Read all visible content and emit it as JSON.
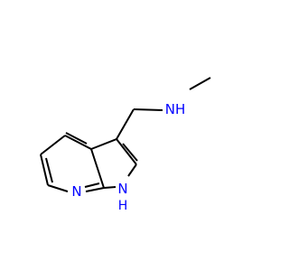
{
  "molecule": {
    "atoms": {
      "amine_nh": "NH",
      "pyridine_n": "N",
      "pyrrole_nh_n": "N",
      "pyrrole_nh_h": "H"
    },
    "colors": {
      "bond": "#000000",
      "nitrogen": "#0000ff"
    }
  }
}
